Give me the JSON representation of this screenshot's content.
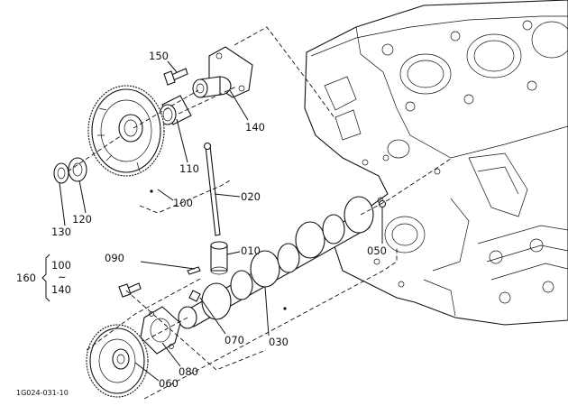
{
  "labels": {
    "p150": "150",
    "p140": "140",
    "p110": "110",
    "p100": "100",
    "p120": "120",
    "p130": "130",
    "p020": "020",
    "p010": "010",
    "p050": "050",
    "p090": "090",
    "p070": "070",
    "p030": "030",
    "p080": "080",
    "p060": "060",
    "group_main": "160",
    "group_from": "100",
    "group_tilde": "~",
    "group_to": "140"
  },
  "figure_code": "1G024-031-10"
}
